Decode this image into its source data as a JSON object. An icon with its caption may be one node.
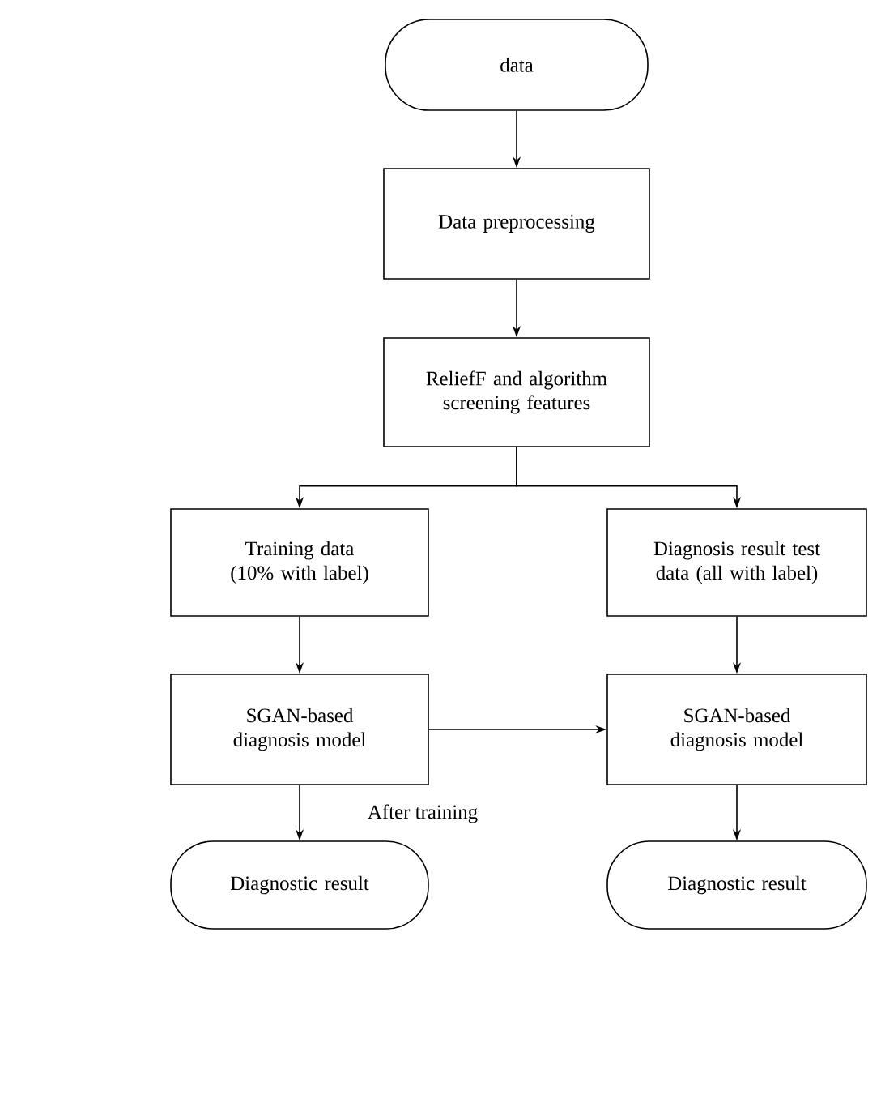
{
  "diagram": {
    "nodes": [
      {
        "text": [
          "data"
        ]
      },
      {
        "text": [
          "Data preprocessing"
        ]
      },
      {
        "text": [
          "ReliefF and algorithm screening features"
        ]
      },
      {
        "text": [
          "Training data (10% with label)"
        ]
      },
      {
        "text": [
          "Diagnosis result test data (all with label)"
        ]
      },
      {
        "text": [
          "SGAN-based diagnosis model"
        ]
      },
      {
        "text": [
          "SGAN-based diagnosis model"
        ]
      },
      {
        "text": [
          "Diagnostic result"
        ]
      },
      {
        "text": [
          "Diagnostic result"
        ]
      }
    ],
    "edges": [
      {
        "from": 0,
        "to": 1,
        "arrow": "to"
      },
      {
        "from": 1,
        "to": 2,
        "arrow": "to"
      },
      {
        "from": 2,
        "to": 3,
        "arrow": "to"
      },
      {
        "from": 2,
        "to": 4,
        "arrow": "to"
      },
      {
        "from": 3,
        "to": 5,
        "arrow": "to"
      },
      {
        "from": 4,
        "to": 6,
        "arrow": "to"
      },
      {
        "from": 5,
        "to": 6,
        "arrow": "to",
        "label": "After training"
      },
      {
        "from": 5,
        "to": 7,
        "arrow": "to"
      },
      {
        "from": 6,
        "to": 8,
        "arrow": "to"
      }
    ]
  }
}
